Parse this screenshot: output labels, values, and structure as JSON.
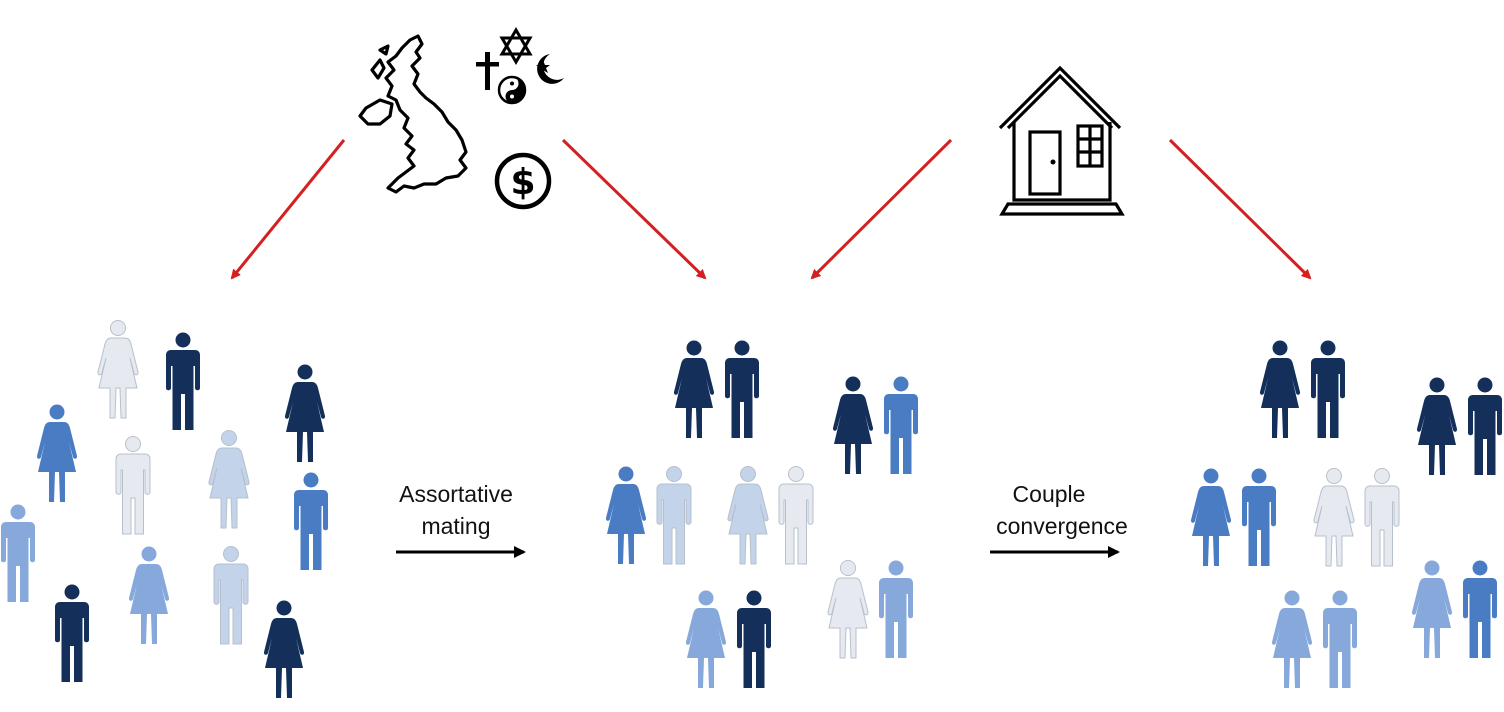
{
  "labels": {
    "assortative_line1": "Assortative",
    "assortative_line2": "mating",
    "convergence_line1": "Couple",
    "convergence_line2": "convergence"
  },
  "icons": {
    "map": "uk-map-icon",
    "religion": "religion-symbols-icon",
    "money": "dollar-coin-icon",
    "house": "house-icon",
    "female": "female-figure-icon",
    "male": "male-figure-icon"
  },
  "colors": {
    "arrow_red": "#d42020",
    "arrow_black": "#000000",
    "shade_1": "#14305a",
    "shade_2": "#2d4f86",
    "shade_3": "#4a7cc4",
    "shade_4": "#86a8da",
    "shade_5": "#c3d3ea",
    "shade_6": "#e6eaf0"
  },
  "figures": {
    "population": [
      {
        "sex": "female",
        "shade": "#e6eaf0"
      },
      {
        "sex": "male",
        "shade": "#14305a"
      },
      {
        "sex": "female",
        "shade": "#14305a"
      },
      {
        "sex": "female",
        "shade": "#4a7cc4"
      },
      {
        "sex": "male",
        "shade": "#e6eaf0"
      },
      {
        "sex": "female",
        "shade": "#c3d3ea"
      },
      {
        "sex": "male",
        "shade": "#4a7cc4"
      },
      {
        "sex": "male",
        "shade": "#86a8da"
      },
      {
        "sex": "female",
        "shade": "#86a8da"
      },
      {
        "sex": "male",
        "shade": "#c3d3ea"
      },
      {
        "sex": "male",
        "shade": "#14305a"
      },
      {
        "sex": "female",
        "shade": "#14305a"
      }
    ],
    "mated_couples": [
      {
        "female": "#14305a",
        "male": "#14305a"
      },
      {
        "female": "#14305a",
        "male": "#4a7cc4"
      },
      {
        "female": "#4a7cc4",
        "male": "#c3d3ea"
      },
      {
        "female": "#c3d3ea",
        "male": "#e6eaf0"
      },
      {
        "female": "#e6eaf0",
        "male": "#86a8da"
      },
      {
        "female": "#86a8da",
        "male": "#14305a"
      }
    ],
    "converged_couples": [
      {
        "female": "#14305a",
        "male": "#14305a"
      },
      {
        "female": "#14305a",
        "male": "#14305a"
      },
      {
        "female": "#4a7cc4",
        "male": "#4a7cc4"
      },
      {
        "female": "#e6eaf0",
        "male": "#e6eaf0"
      },
      {
        "female": "#86a8da",
        "male": "#86a8da"
      },
      {
        "female": "#86a8da",
        "male": "#4a7cc4"
      }
    ]
  }
}
